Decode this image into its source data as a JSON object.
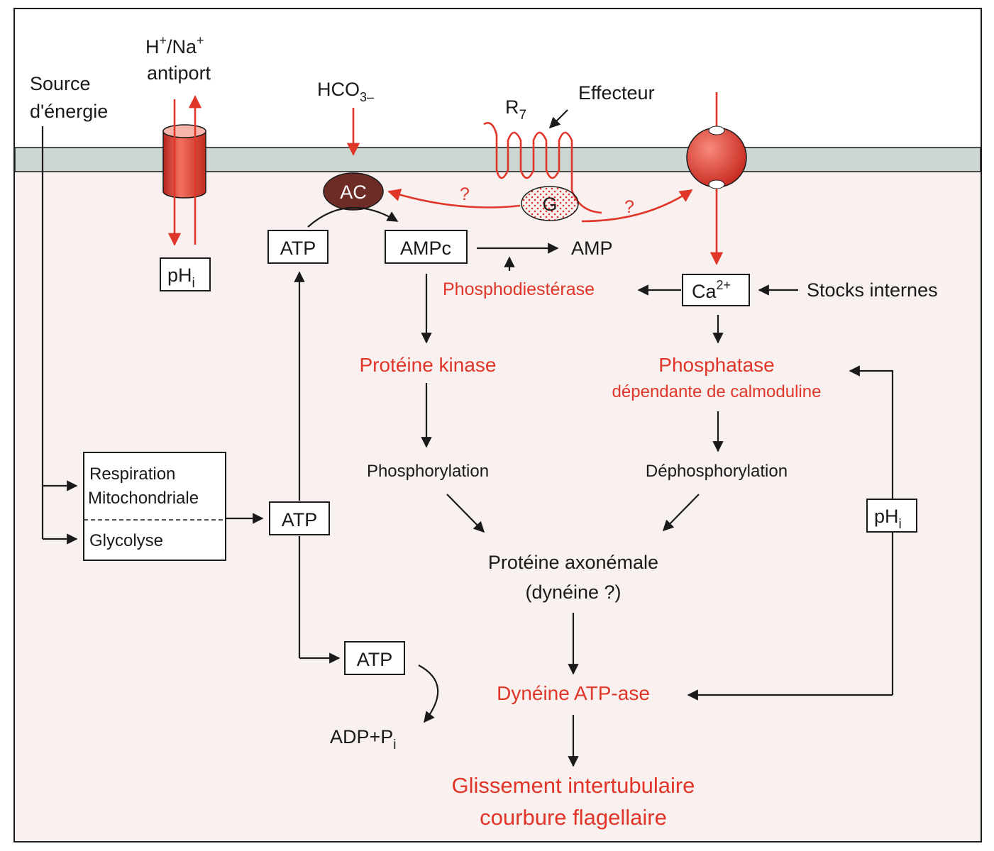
{
  "colors": {
    "accent": "#e0362a",
    "text": "#1a1a1a",
    "cytoplasm": "#f8f1ef",
    "membrane": "#ccd6d3",
    "ac_enzyme": "#6e2c26"
  },
  "icons": {
    "antiport": "cylinder-channel-icon",
    "ca_channel": "sphere-channel-icon",
    "receptor": "serpentine-receptor-icon",
    "g_protein": "dotted-ellipse-icon"
  },
  "labels": {
    "source_l1": "Source",
    "source_l2": "d'énergie",
    "antiport_l1_base": "H",
    "antiport_l1_sup1": "+",
    "antiport_l1_mid": "/Na",
    "antiport_l1_sup2": "+",
    "antiport_l2": "antiport",
    "hco3_base": "HCO",
    "hco3_sub": "3–",
    "r7_base": "R",
    "r7_sub": "7",
    "effecteur": "Effecteur",
    "ac": "AC",
    "g": "G",
    "q_left": "?",
    "q_right": "?",
    "atp_top": "ATP",
    "ampc": "AMPc",
    "amp": "AMP",
    "phi_base": "pH",
    "phi_sub": "i",
    "phosphodiesterase": "Phosphodiestérase",
    "ca_base": "Ca",
    "ca_sup": "2+",
    "stocks": "Stocks internes",
    "proteine_kinase": "Protéine kinase",
    "phosphatase_l1": "Phosphatase",
    "phosphatase_l2": "dépendante de calmoduline",
    "phosphorylation": "Phosphorylation",
    "dephosphorylation": "Déphosphorylation",
    "respiration_l1": "Respiration",
    "respiration_l2": "Mitochondriale",
    "glycolyse": "Glycolyse",
    "atp_mid": "ATP",
    "phi2_base": "pH",
    "phi2_sub": "i",
    "axonemale_l1": "Protéine axonémale",
    "axonemale_l2": "(dynéine ?)",
    "atp_low": "ATP",
    "dyneine": "Dynéine ATP-ase",
    "adp_base": "ADP+P",
    "adp_sub": "i",
    "glissement_l1": "Glissement intertubulaire",
    "glissement_l2": "courbure flagellaire"
  }
}
